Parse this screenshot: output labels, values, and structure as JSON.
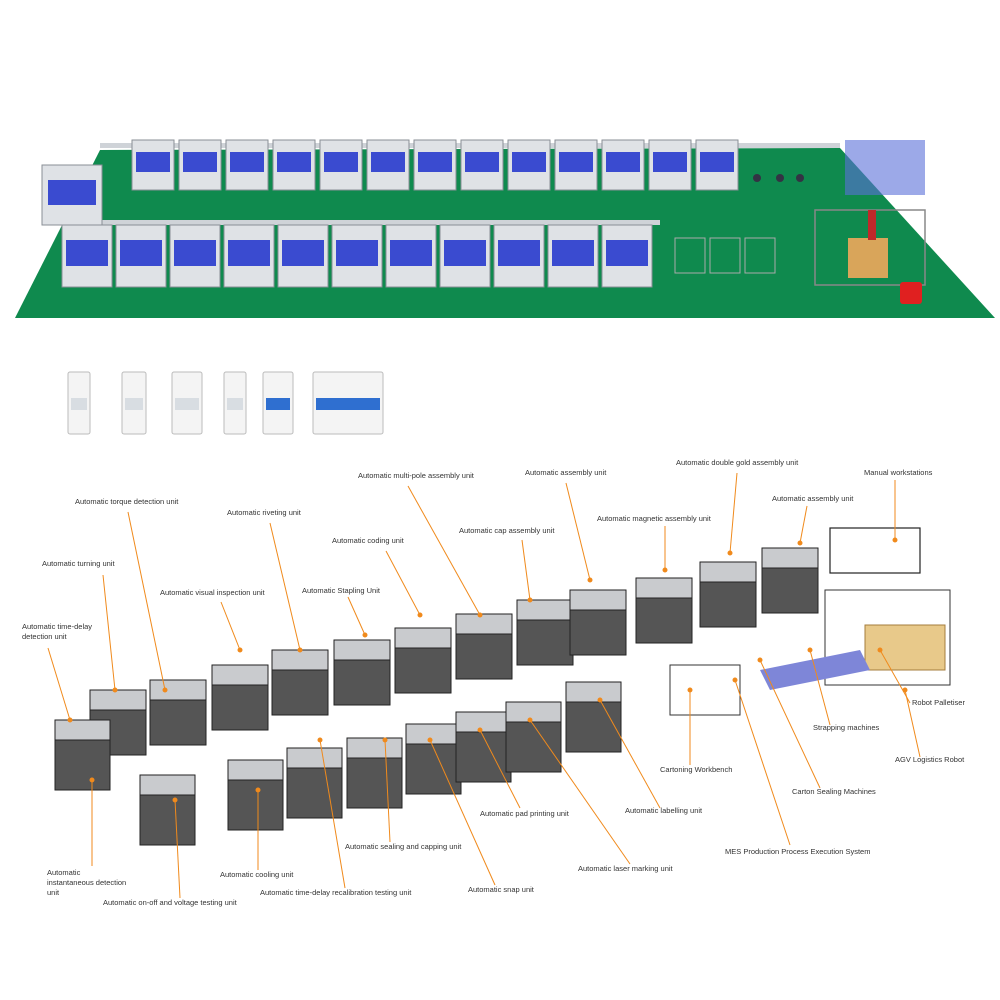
{
  "labels": {
    "torque": "Automatic torque detection unit",
    "riveting": "Automatic riveting unit",
    "multipole": "Automatic multi-pole assembly unit",
    "assembly1": "Automatic assembly unit",
    "doublegold": "Automatic double gold assembly unit",
    "manual": "Manual workstations",
    "assembly2": "Automatic assembly unit",
    "magnetic": "Automatic magnetic assembly unit",
    "cap": "Automatic cap assembly unit",
    "coding": "Automatic coding unit",
    "turning": "Automatic turning unit",
    "visual": "Automatic visual inspection unit",
    "stapling": "Automatic Stapling Unit",
    "timedelay": "Automatic time-delay detection unit",
    "palletiser": "Robot Palletiser",
    "strapping": "Strapping machines",
    "agv": "AGV Logistics Robot",
    "cartoning": "Cartoning Workbench",
    "sealing_machines": "Carton Sealing Machines",
    "labelling": "Automatic labelling unit",
    "mes": "MES Production Process Execution System",
    "pad": "Automatic pad printing unit",
    "laser": "Automatic laser marking unit",
    "sealcap": "Automatic sealing and capping unit",
    "snap": "Automatic snap unit",
    "instant": "Automatic instantaneous detection unit",
    "cooling": "Automatic cooling unit",
    "recalib": "Automatic time-delay recalibration testing unit",
    "onoff": "Automatic on-off and voltage testing unit"
  },
  "colors": {
    "floor": "#0f8a4e",
    "leader": "#f08a1c",
    "machine_glass": "#3a4bd0"
  }
}
